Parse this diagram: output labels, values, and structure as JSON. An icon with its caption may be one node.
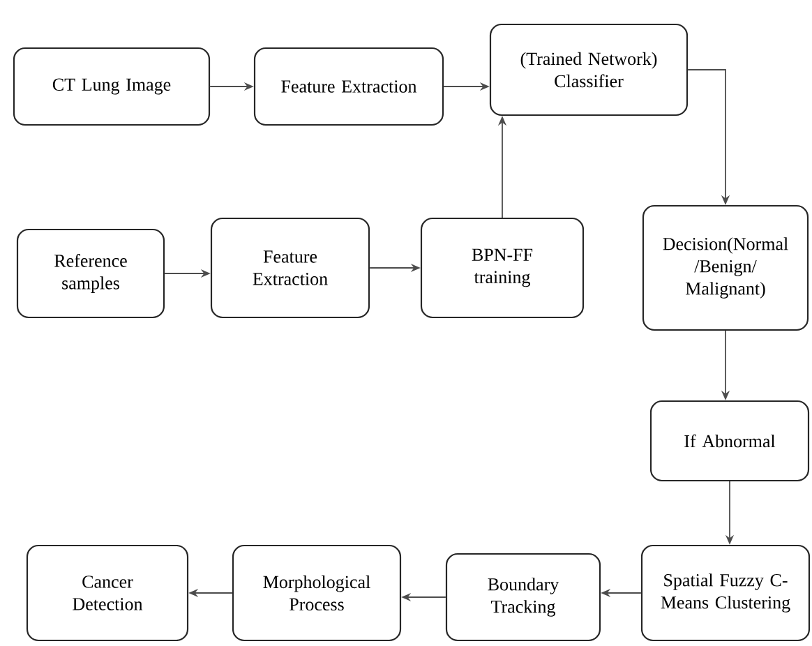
{
  "diagram": {
    "nodes": [
      {
        "text": [
          "CT Lung Image"
        ]
      },
      {
        "text": [
          "Feature Extraction"
        ]
      },
      {
        "text": [
          "(Trained Network) Classifier"
        ]
      },
      {
        "text": [
          "Reference samples"
        ]
      },
      {
        "text": [
          "Feature Extraction"
        ]
      },
      {
        "text": [
          "BPN-FF training"
        ]
      },
      {
        "text": [
          "Decision(Normal /Benign/ Malignant)"
        ]
      },
      {
        "text": [
          "If Abnormal"
        ]
      },
      {
        "text": [
          "Spatial Fuzzy C- Means Clustering"
        ]
      },
      {
        "text": [
          "Boundary Tracking"
        ]
      },
      {
        "text": [
          "Morphological Process"
        ]
      },
      {
        "text": [
          "Cancer Detection"
        ]
      }
    ],
    "edges": [
      {
        "from": 0,
        "to": 1,
        "arrow": "to"
      },
      {
        "from": 1,
        "to": 2,
        "arrow": "to"
      },
      {
        "from": 3,
        "to": 4,
        "arrow": "to"
      },
      {
        "from": 4,
        "to": 5,
        "arrow": "to"
      },
      {
        "from": 5,
        "to": 2,
        "arrow": "to"
      },
      {
        "from": 2,
        "to": 6,
        "arrow": "to"
      },
      {
        "from": 6,
        "to": 7,
        "arrow": "to"
      },
      {
        "from": 7,
        "to": 8,
        "arrow": "to"
      },
      {
        "from": 8,
        "to": 9,
        "arrow": "to"
      },
      {
        "from": 9,
        "to": 10,
        "arrow": "to"
      },
      {
        "from": 10,
        "to": 11,
        "arrow": "to"
      }
    ]
  }
}
